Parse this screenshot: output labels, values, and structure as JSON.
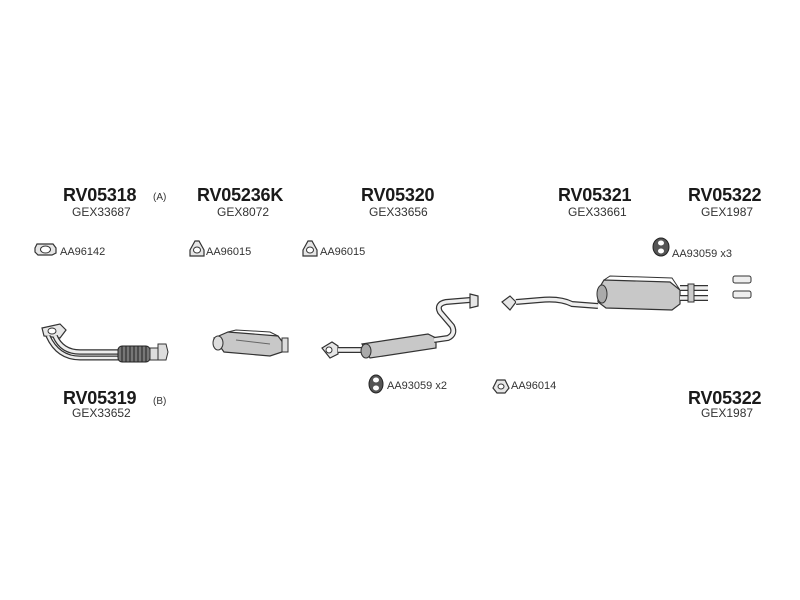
{
  "colors": {
    "line": "#333333",
    "fill_light": "#e6e6e6",
    "fill_mid": "#c8c8c8",
    "fill_dark": "#8a8a8a"
  },
  "groups": {
    "g1": {
      "code": "RV05318",
      "tag": "(A)",
      "ref": "GEX33687"
    },
    "g2": {
      "code": "RV05236K",
      "ref": "GEX8072"
    },
    "g3": {
      "code": "RV05320",
      "ref": "GEX33656"
    },
    "g4": {
      "code": "RV05321",
      "ref": "GEX33661"
    },
    "g5": {
      "code": "RV05322",
      "ref": "GEX1987"
    },
    "g6": {
      "code": "RV05319",
      "tag": "(B)",
      "ref": "GEX33652"
    },
    "g7": {
      "code": "RV05322",
      "ref": "GEX1987"
    }
  },
  "fittings": {
    "f1": {
      "code": "AA96142",
      "icon": "gasket-icon"
    },
    "f2": {
      "code": "AA96015",
      "icon": "gasket-icon"
    },
    "f3": {
      "code": "AA96015",
      "icon": "gasket-icon"
    },
    "f4": {
      "code": "AA93059 x3",
      "icon": "rubber-mount-icon"
    },
    "f5": {
      "code": "AA93059 x2",
      "icon": "rubber-mount-icon"
    },
    "f6": {
      "code": "AA96014",
      "icon": "gasket-icon"
    }
  }
}
